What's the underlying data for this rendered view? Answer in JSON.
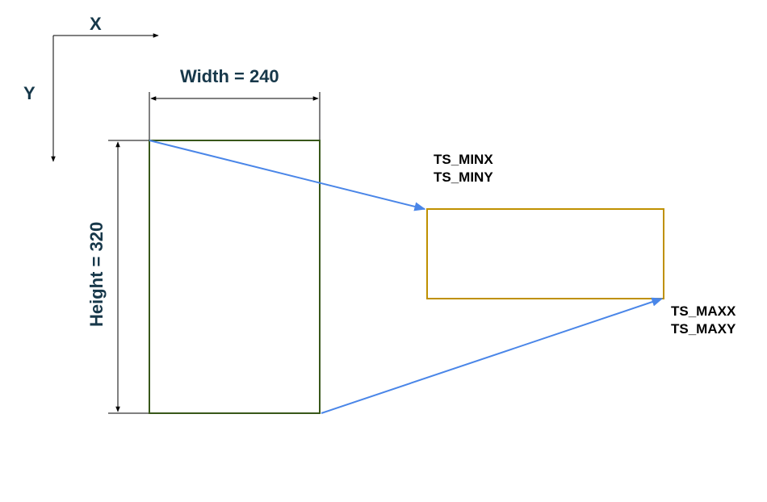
{
  "axes": {
    "x_label": "X",
    "y_label": "Y"
  },
  "screen": {
    "width_label": "Width = 240",
    "height_label": "Height = 320",
    "border_color": "#38571a"
  },
  "touch_region": {
    "min_label_line1": "TS_MINX",
    "min_label_line2": "TS_MINY",
    "max_label_line1": "TS_MAXX",
    "max_label_line2": "TS_MAXY",
    "border_color": "#bf9000"
  },
  "mapping_arrow_color": "#4a86e8"
}
